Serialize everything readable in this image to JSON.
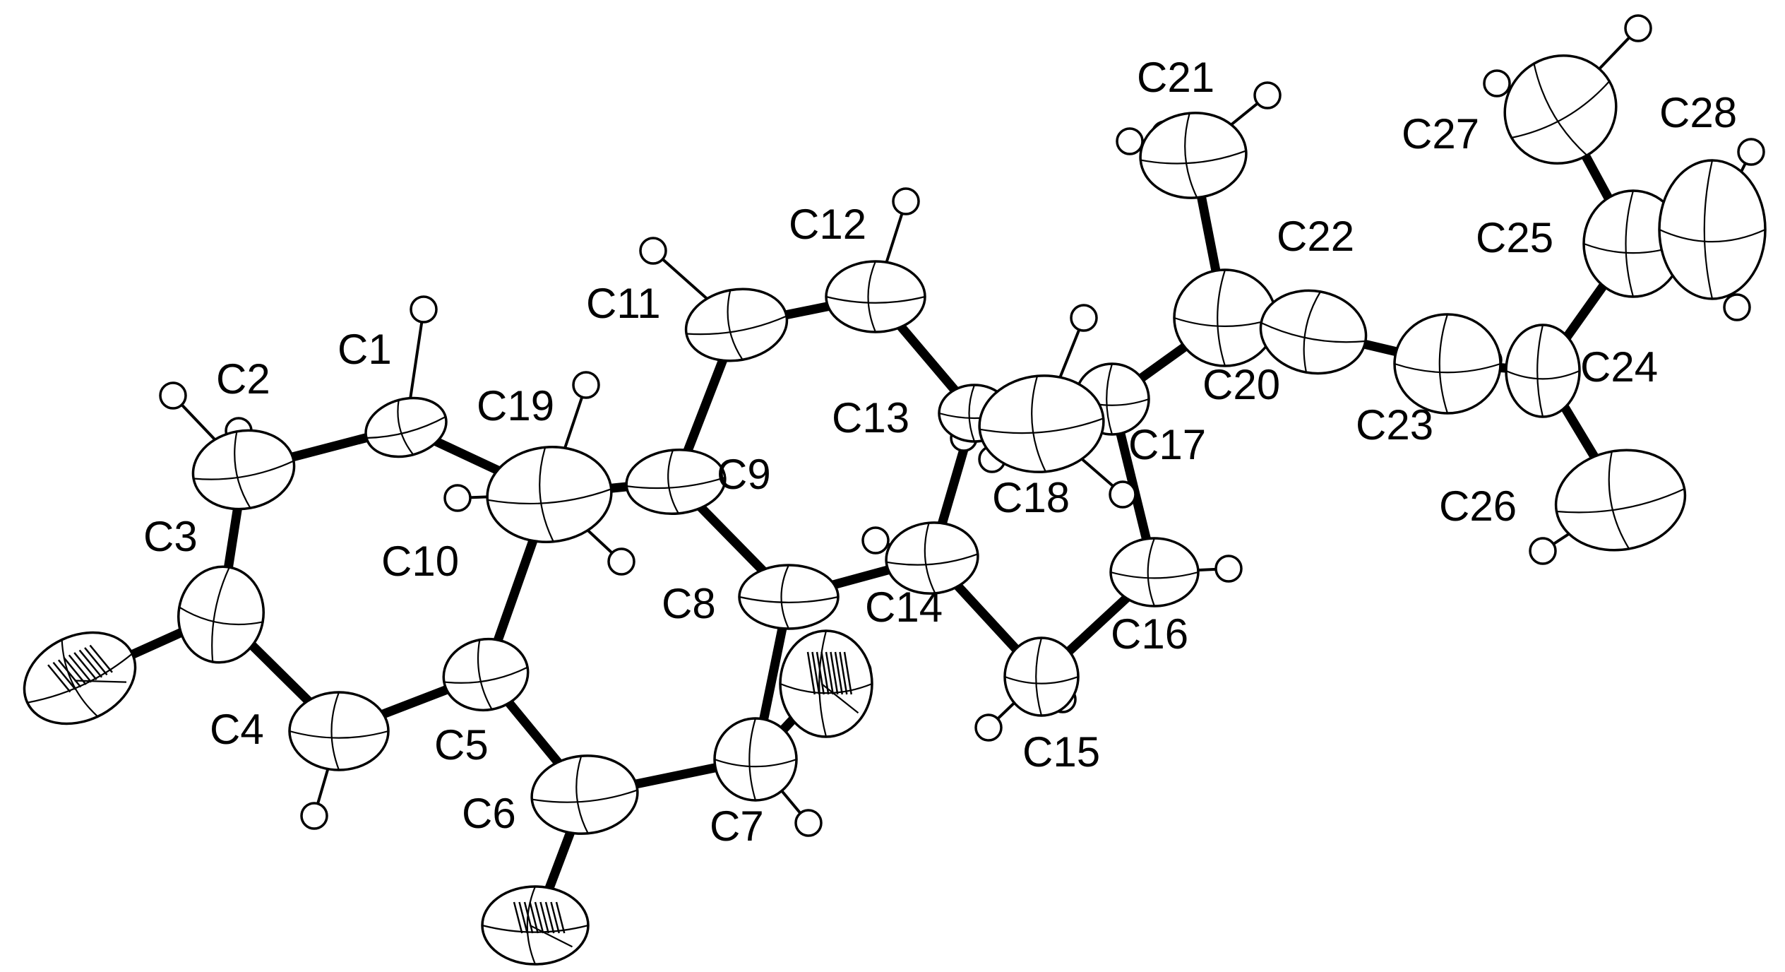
{
  "molecule": {
    "atom_labels": [
      "C1",
      "C2",
      "C3",
      "C4",
      "C5",
      "C6",
      "C7",
      "C8",
      "C9",
      "C10",
      "C11",
      "C12",
      "C13",
      "C14",
      "C15",
      "C16",
      "C17",
      "C18",
      "C19",
      "C20",
      "C21",
      "C22",
      "C23",
      "C24",
      "C25",
      "C26",
      "C27",
      "C28"
    ],
    "hetero_atoms": [
      "O3",
      "O6",
      "O7"
    ],
    "bonds": [
      [
        "C1",
        "C2"
      ],
      [
        "C2",
        "C3"
      ],
      [
        "C3",
        "C4"
      ],
      [
        "C4",
        "C5"
      ],
      [
        "C5",
        "C10"
      ],
      [
        "C10",
        "C1"
      ],
      [
        "C5",
        "C6"
      ],
      [
        "C6",
        "C7"
      ],
      [
        "C7",
        "C8"
      ],
      [
        "C8",
        "C9"
      ],
      [
        "C9",
        "C10"
      ],
      [
        "C9",
        "C11"
      ],
      [
        "C11",
        "C12"
      ],
      [
        "C12",
        "C13"
      ],
      [
        "C13",
        "C14"
      ],
      [
        "C14",
        "C8"
      ],
      [
        "C14",
        "C15"
      ],
      [
        "C15",
        "C16"
      ],
      [
        "C16",
        "C17"
      ],
      [
        "C17",
        "C13"
      ],
      [
        "C13",
        "C18"
      ],
      [
        "C10",
        "C19"
      ],
      [
        "C17",
        "C20"
      ],
      [
        "C20",
        "C21"
      ],
      [
        "C20",
        "C22"
      ],
      [
        "C22",
        "C23"
      ],
      [
        "C23",
        "C24"
      ],
      [
        "C24",
        "C25"
      ],
      [
        "C24",
        "C26"
      ],
      [
        "C25",
        "C27"
      ],
      [
        "C25",
        "C28"
      ],
      [
        "C3",
        "O3"
      ],
      [
        "C6",
        "O6"
      ],
      [
        "C7",
        "O7"
      ]
    ]
  }
}
